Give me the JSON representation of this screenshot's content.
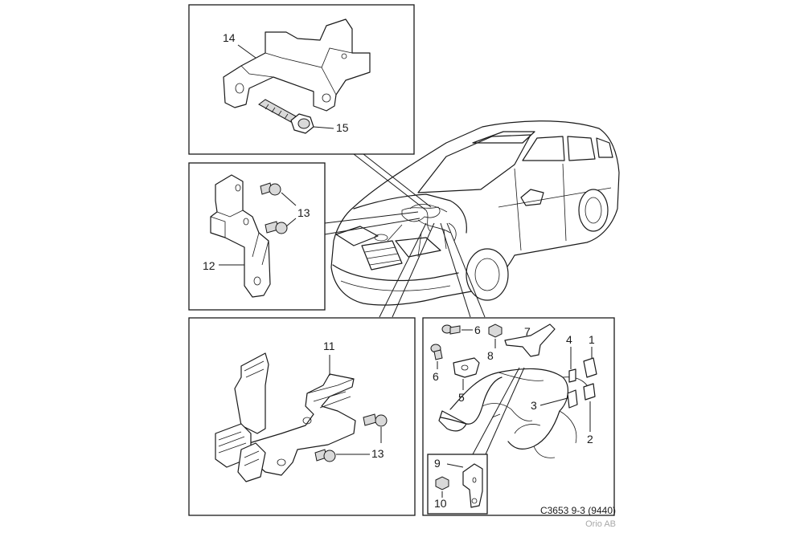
{
  "callouts": {
    "c14": "14",
    "c15": "15",
    "c13a": "13",
    "c12": "12",
    "c11": "11",
    "c13b": "13",
    "c6a": "6",
    "c6b": "6",
    "c7": "7",
    "c8": "8",
    "c1": "1",
    "c4": "4",
    "c5": "5",
    "c3": "3",
    "c2": "2",
    "c9": "9",
    "c10": "10"
  },
  "caption": "C3653 9-3 (9440)",
  "credit": "Orio AB"
}
